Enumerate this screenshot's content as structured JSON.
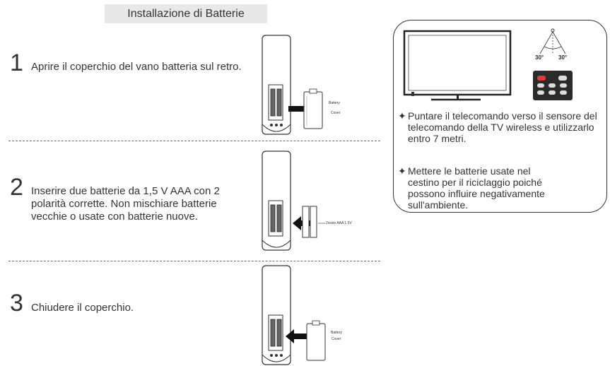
{
  "title": "Installazione di Batterie",
  "steps": [
    {
      "number": "1",
      "text": "Aprire il coperchio del vano batteria sul retro.",
      "label_line1": "Battery",
      "label_line2": "Cover"
    },
    {
      "number": "2",
      "text": "Inserire due batterie da 1,5 V AAA con 2 polarità corrette. Non mischiare batterie vecchie o usate con batterie nuove.",
      "label_line1": "2xsize AAA 1.5V"
    },
    {
      "number": "3",
      "text": "Chiudere il coperchio.",
      "label_line1": "Battery",
      "label_line2": "Cover"
    }
  ],
  "panel": {
    "angle_left": "30°",
    "angle_right": "30°",
    "notes": [
      "Puntare il telecomando verso il sensore del telecomando della TV wireless e utilizzarlo entro 7 metri.",
      "Mettere le batterie usate nel cestino per il riciclaggio poiché possono influire negativamente sull'ambiente."
    ],
    "note_icon": "four-point-star",
    "remote_color": "#2b2b2b",
    "power_button_color": "#e53935"
  }
}
